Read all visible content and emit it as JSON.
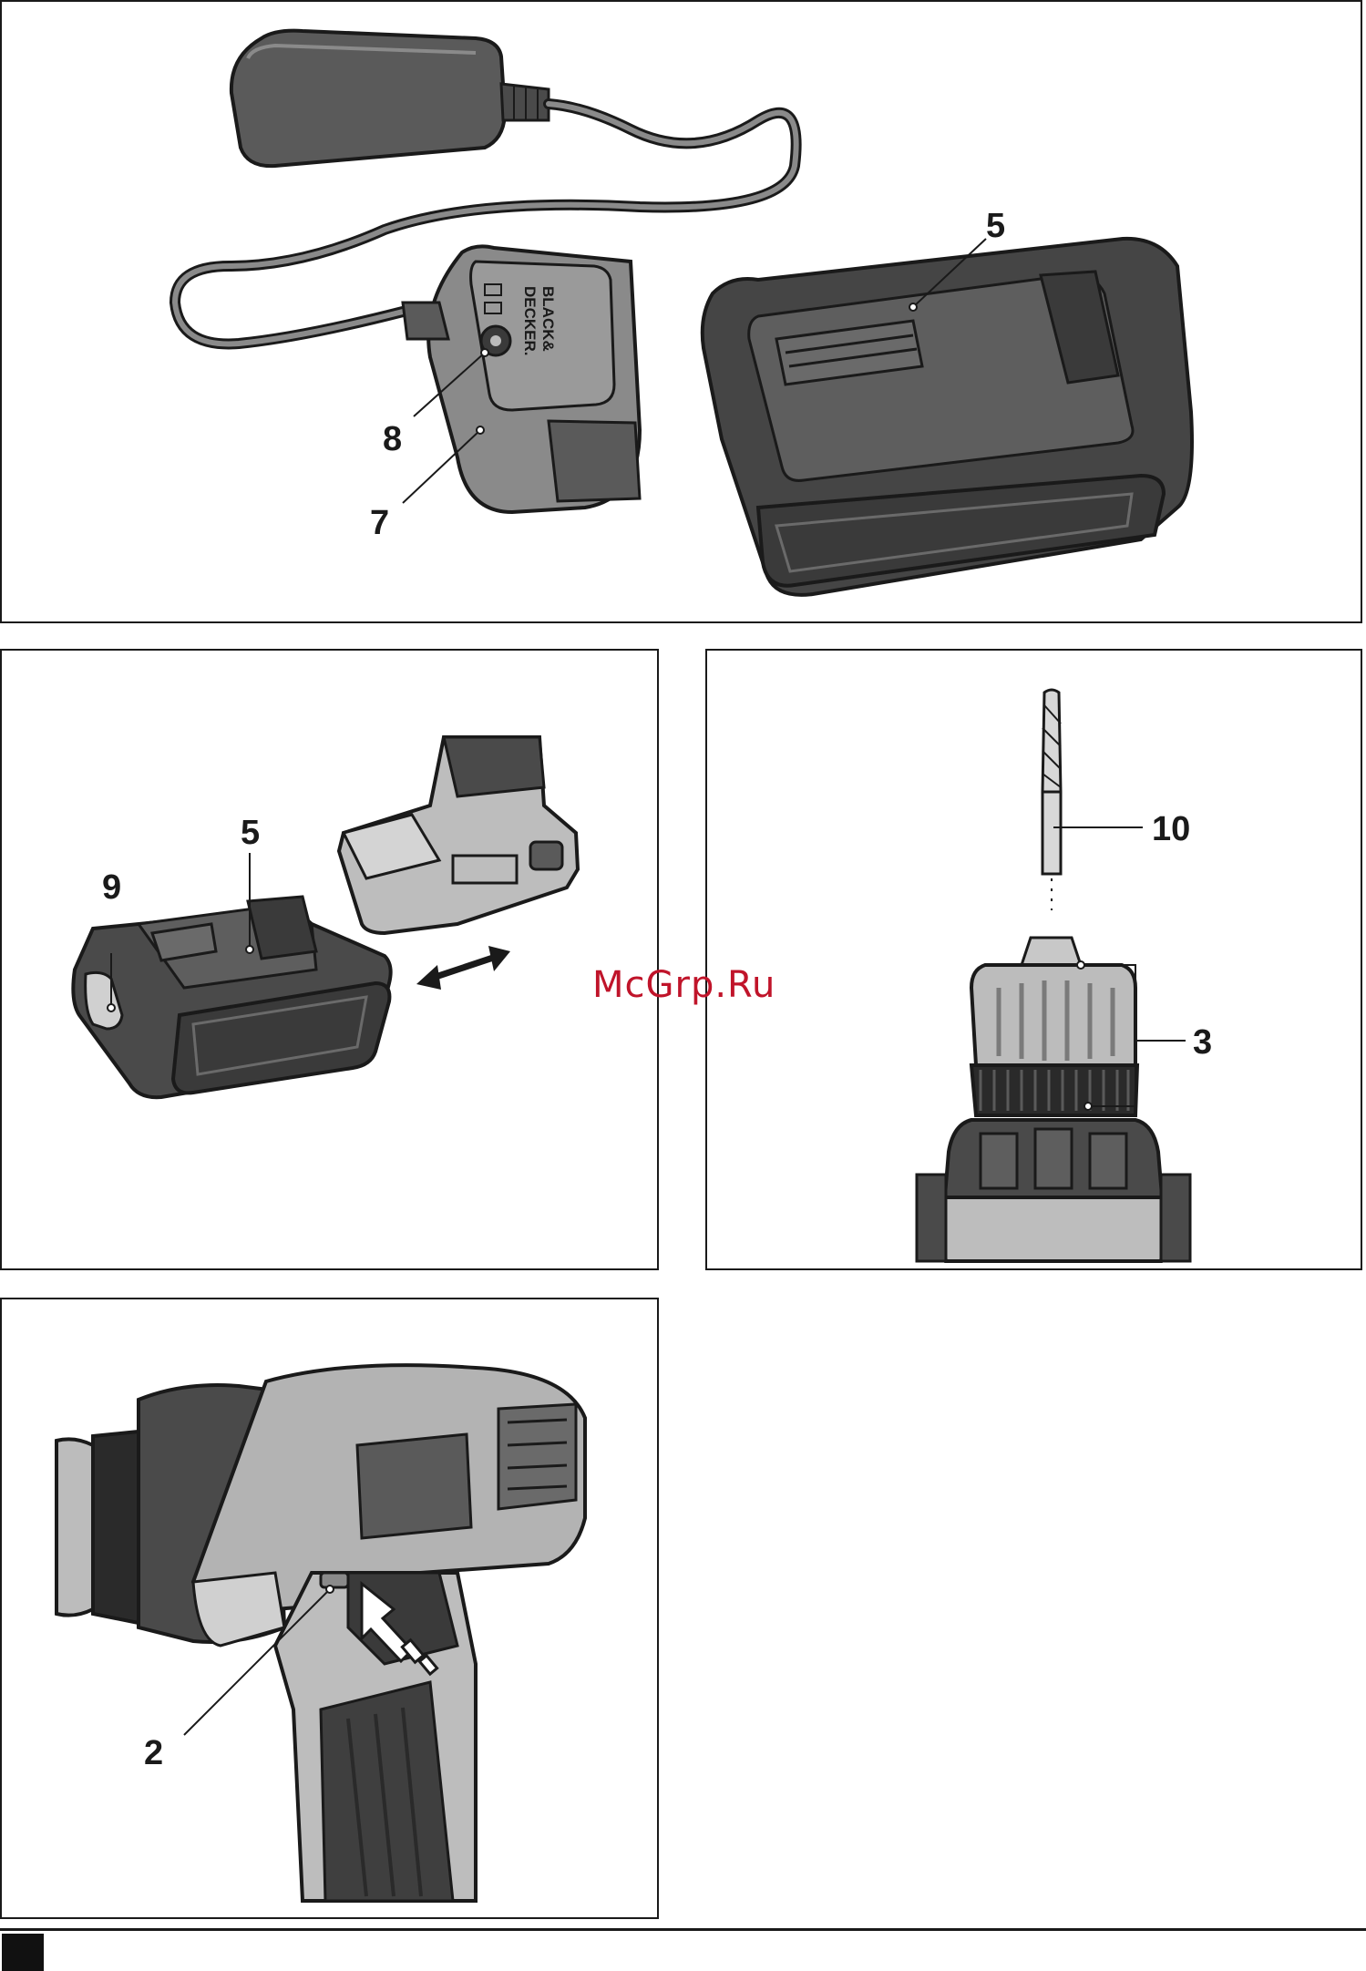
{
  "figures": {
    "charger": {
      "brand_lines": [
        "BLACK&",
        "DECKER."
      ],
      "callouts": {
        "battery": "5",
        "socket": "8",
        "charger_base": "7"
      }
    },
    "battery_insert": {
      "callouts": {
        "release_button": "9",
        "battery": "5"
      }
    },
    "chuck": {
      "callouts": {
        "drill_bit": "10",
        "chuck": "3"
      }
    },
    "switch": {
      "callouts": {
        "direction_slider": "2"
      }
    }
  },
  "watermark": "McGrp.Ru",
  "colors": {
    "dark_body": "#4a4a4a",
    "mid_body": "#6e6e6e",
    "light_body": "#a9a9a9",
    "outline": "#1a1a1a",
    "watermark": "#c0142a"
  }
}
